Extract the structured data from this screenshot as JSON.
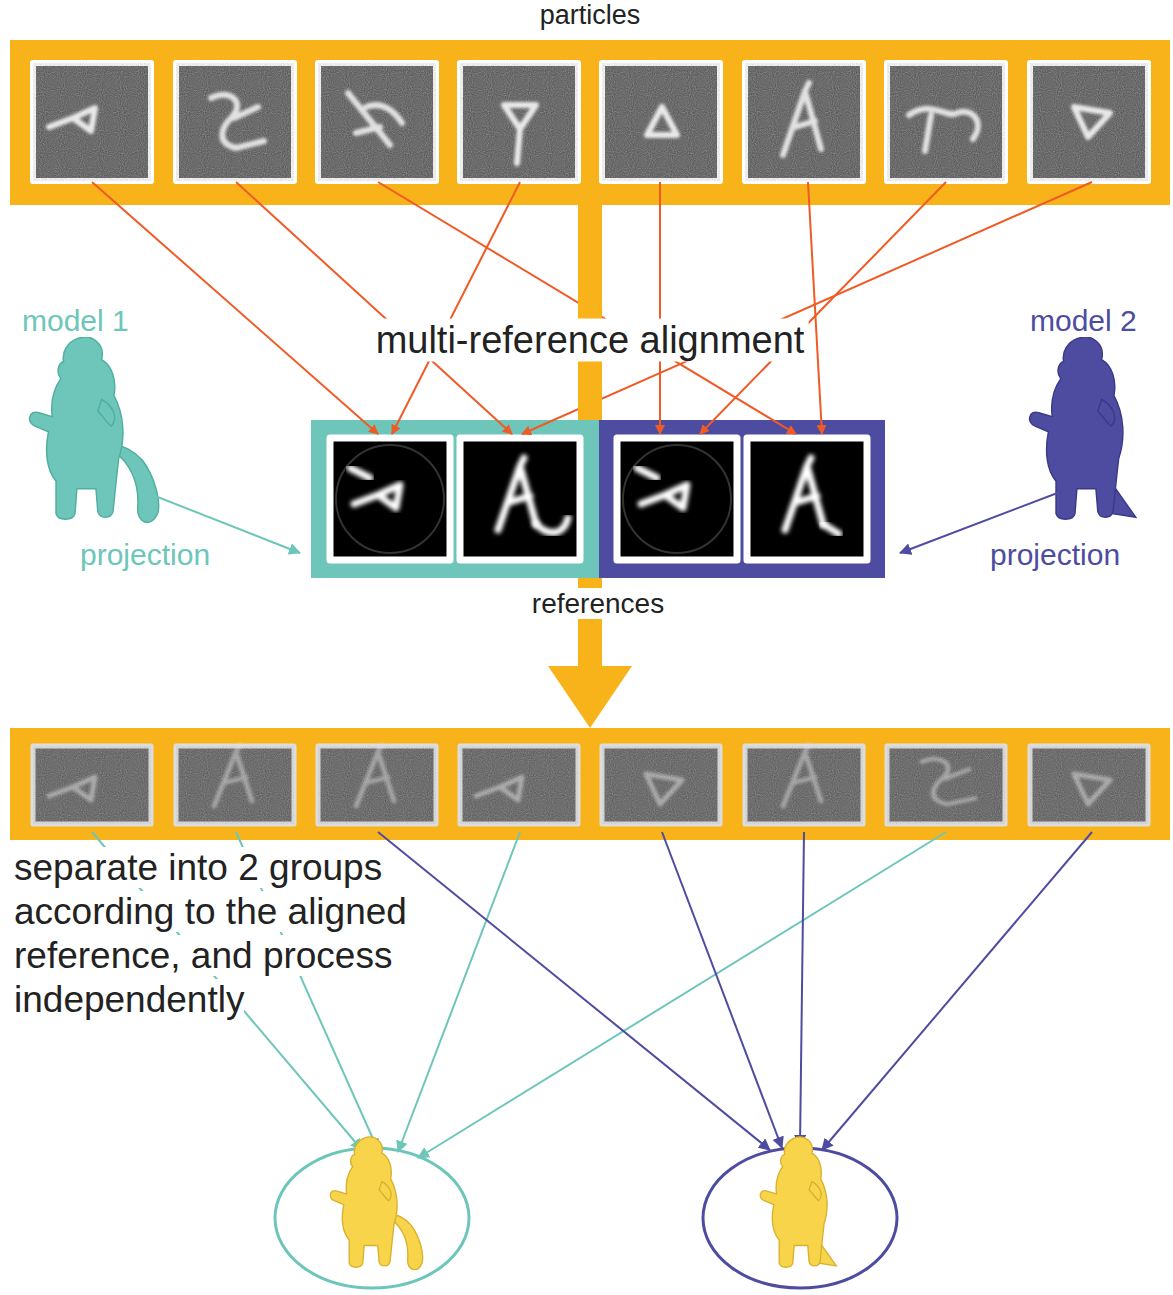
{
  "diagram": {
    "nodes": [
      {
        "text": [
          "particles"
        ]
      },
      {
        "text": [
          "references"
        ]
      }
    ],
    "edges": [
      {
        "from": 0,
        "to": 1,
        "arrow": "none",
        "label": "multi-reference alignment"
      }
    ],
    "labels": [
      "model 1",
      "model 2",
      "projection",
      "projection",
      "separate into 2 groups according to the aligned reference, and process independently"
    ]
  }
}
